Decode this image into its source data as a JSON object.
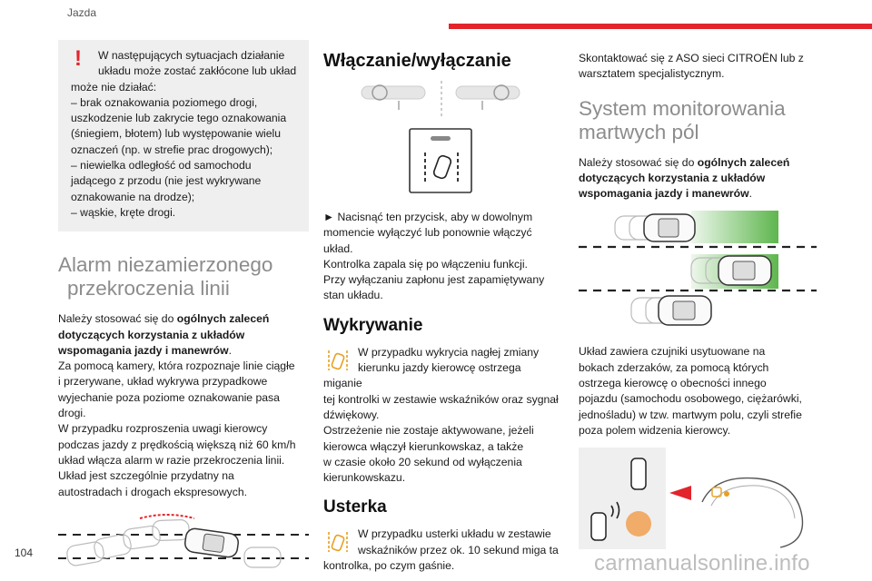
{
  "header": {
    "section": "Jazda",
    "accent_color": "#e3242b"
  },
  "page_number": "104",
  "watermark": "carmanualsonline.info",
  "warning": {
    "icon": "warning-exclamation-icon",
    "lines": [
      "W następujących sytuacjach działanie",
      "układu może zostać zakłócone lub układ",
      "może nie działać:",
      "– brak oznakowania poziomego drogi,",
      "uszkodzenie lub zakrycie tego oznakowania",
      "(śniegiem, błotem) lub występowanie wielu",
      "oznaczeń (np. w strefie prac drogowych);",
      "– niewielka odległość od samochodu",
      "jadącego z przodu (nie jest wykrywane",
      "oznakowanie na drodze);",
      "– wąskie, kręte drogi."
    ]
  },
  "lane_alarm": {
    "title_l1": "Alarm niezamierzonego",
    "title_l2": "przekroczenia linii",
    "intro_normal": "Należy stosować się do ",
    "intro_bold": "ogólnych zaleceń dotyczących korzystania z układów wspomagania jazdy i manewrów",
    "intro_end": ".",
    "body_lines": [
      "Za pomocą kamery, która rozpoznaje linie ciągłe",
      "i przerywane, układ wykrywa przypadkowe",
      "wyjechanie poza poziome oznakowanie pasa",
      "drogi.",
      "W przypadku rozproszenia uwagi kierowcy",
      "podczas jazdy z prędkością większą niż 60 km/h",
      "układ włącza alarm w razie przekroczenia linii.",
      "Układ jest szczególnie przydatny na",
      "autostradach i drogach ekspresowych."
    ]
  },
  "onoff": {
    "title": "Włączanie/wyłączanie",
    "lines": [
      "► Nacisnąć ten przycisk, aby w dowolnym",
      "momencie wyłączyć lub ponownie włączyć",
      "układ.",
      "Kontrolka zapala się po włączeniu funkcji.",
      "Przy wyłączaniu zapłonu jest zapamiętywany",
      "stan układu."
    ]
  },
  "detection": {
    "title": "Wykrywanie",
    "lines": [
      "W przypadku wykrycia nagłej zmiany",
      "kierunku jazdy kierowcę ostrzega miganie",
      "tej kontrolki w zestawie wskaźników oraz sygnał",
      "dźwiękowy.",
      "Ostrzeżenie nie zostaje aktywowane, jeżeli",
      "kierowca włączył kierunkowskaz, a także",
      "w czasie około 20 sekund od wyłączenia",
      "kierunkowskazu."
    ]
  },
  "fault": {
    "title": "Usterka",
    "lines": [
      "W przypadku usterki układu w zestawie",
      "wskaźników przez ok. 10 sekund miga ta",
      "kontrolka, po czym gaśnie."
    ]
  },
  "col3": {
    "contact_lines": [
      "Skontaktować się z ASO sieci CITROËN lub z",
      "warsztatem specjalistycznym."
    ],
    "bsm_title_l1": "System monitorowania",
    "bsm_title_l2": "martwych pól",
    "bsm_intro_normal": "Należy stosować się do ",
    "bsm_intro_bold": "ogólnych zaleceń dotyczących korzystania z układów wspomagania jazdy i manewrów",
    "bsm_intro_end": ".",
    "bsm_lines": [
      "Układ zawiera czujniki usytuowane na",
      "bokach zderzaków, za pomocą których",
      "ostrzega kierowcę o obecności innego",
      "pojazdu (samochodu osobowego, ciężarówki,",
      "jednośladu) w tzw. martwym polu, czyli strefie",
      "poza polem widzenia kierowcy."
    ]
  },
  "colors": {
    "title_gray": "#8c8c8c",
    "warn_bg": "#efefef",
    "lamp_orange": "#f0a050",
    "lane_green": "#4cae3a"
  }
}
